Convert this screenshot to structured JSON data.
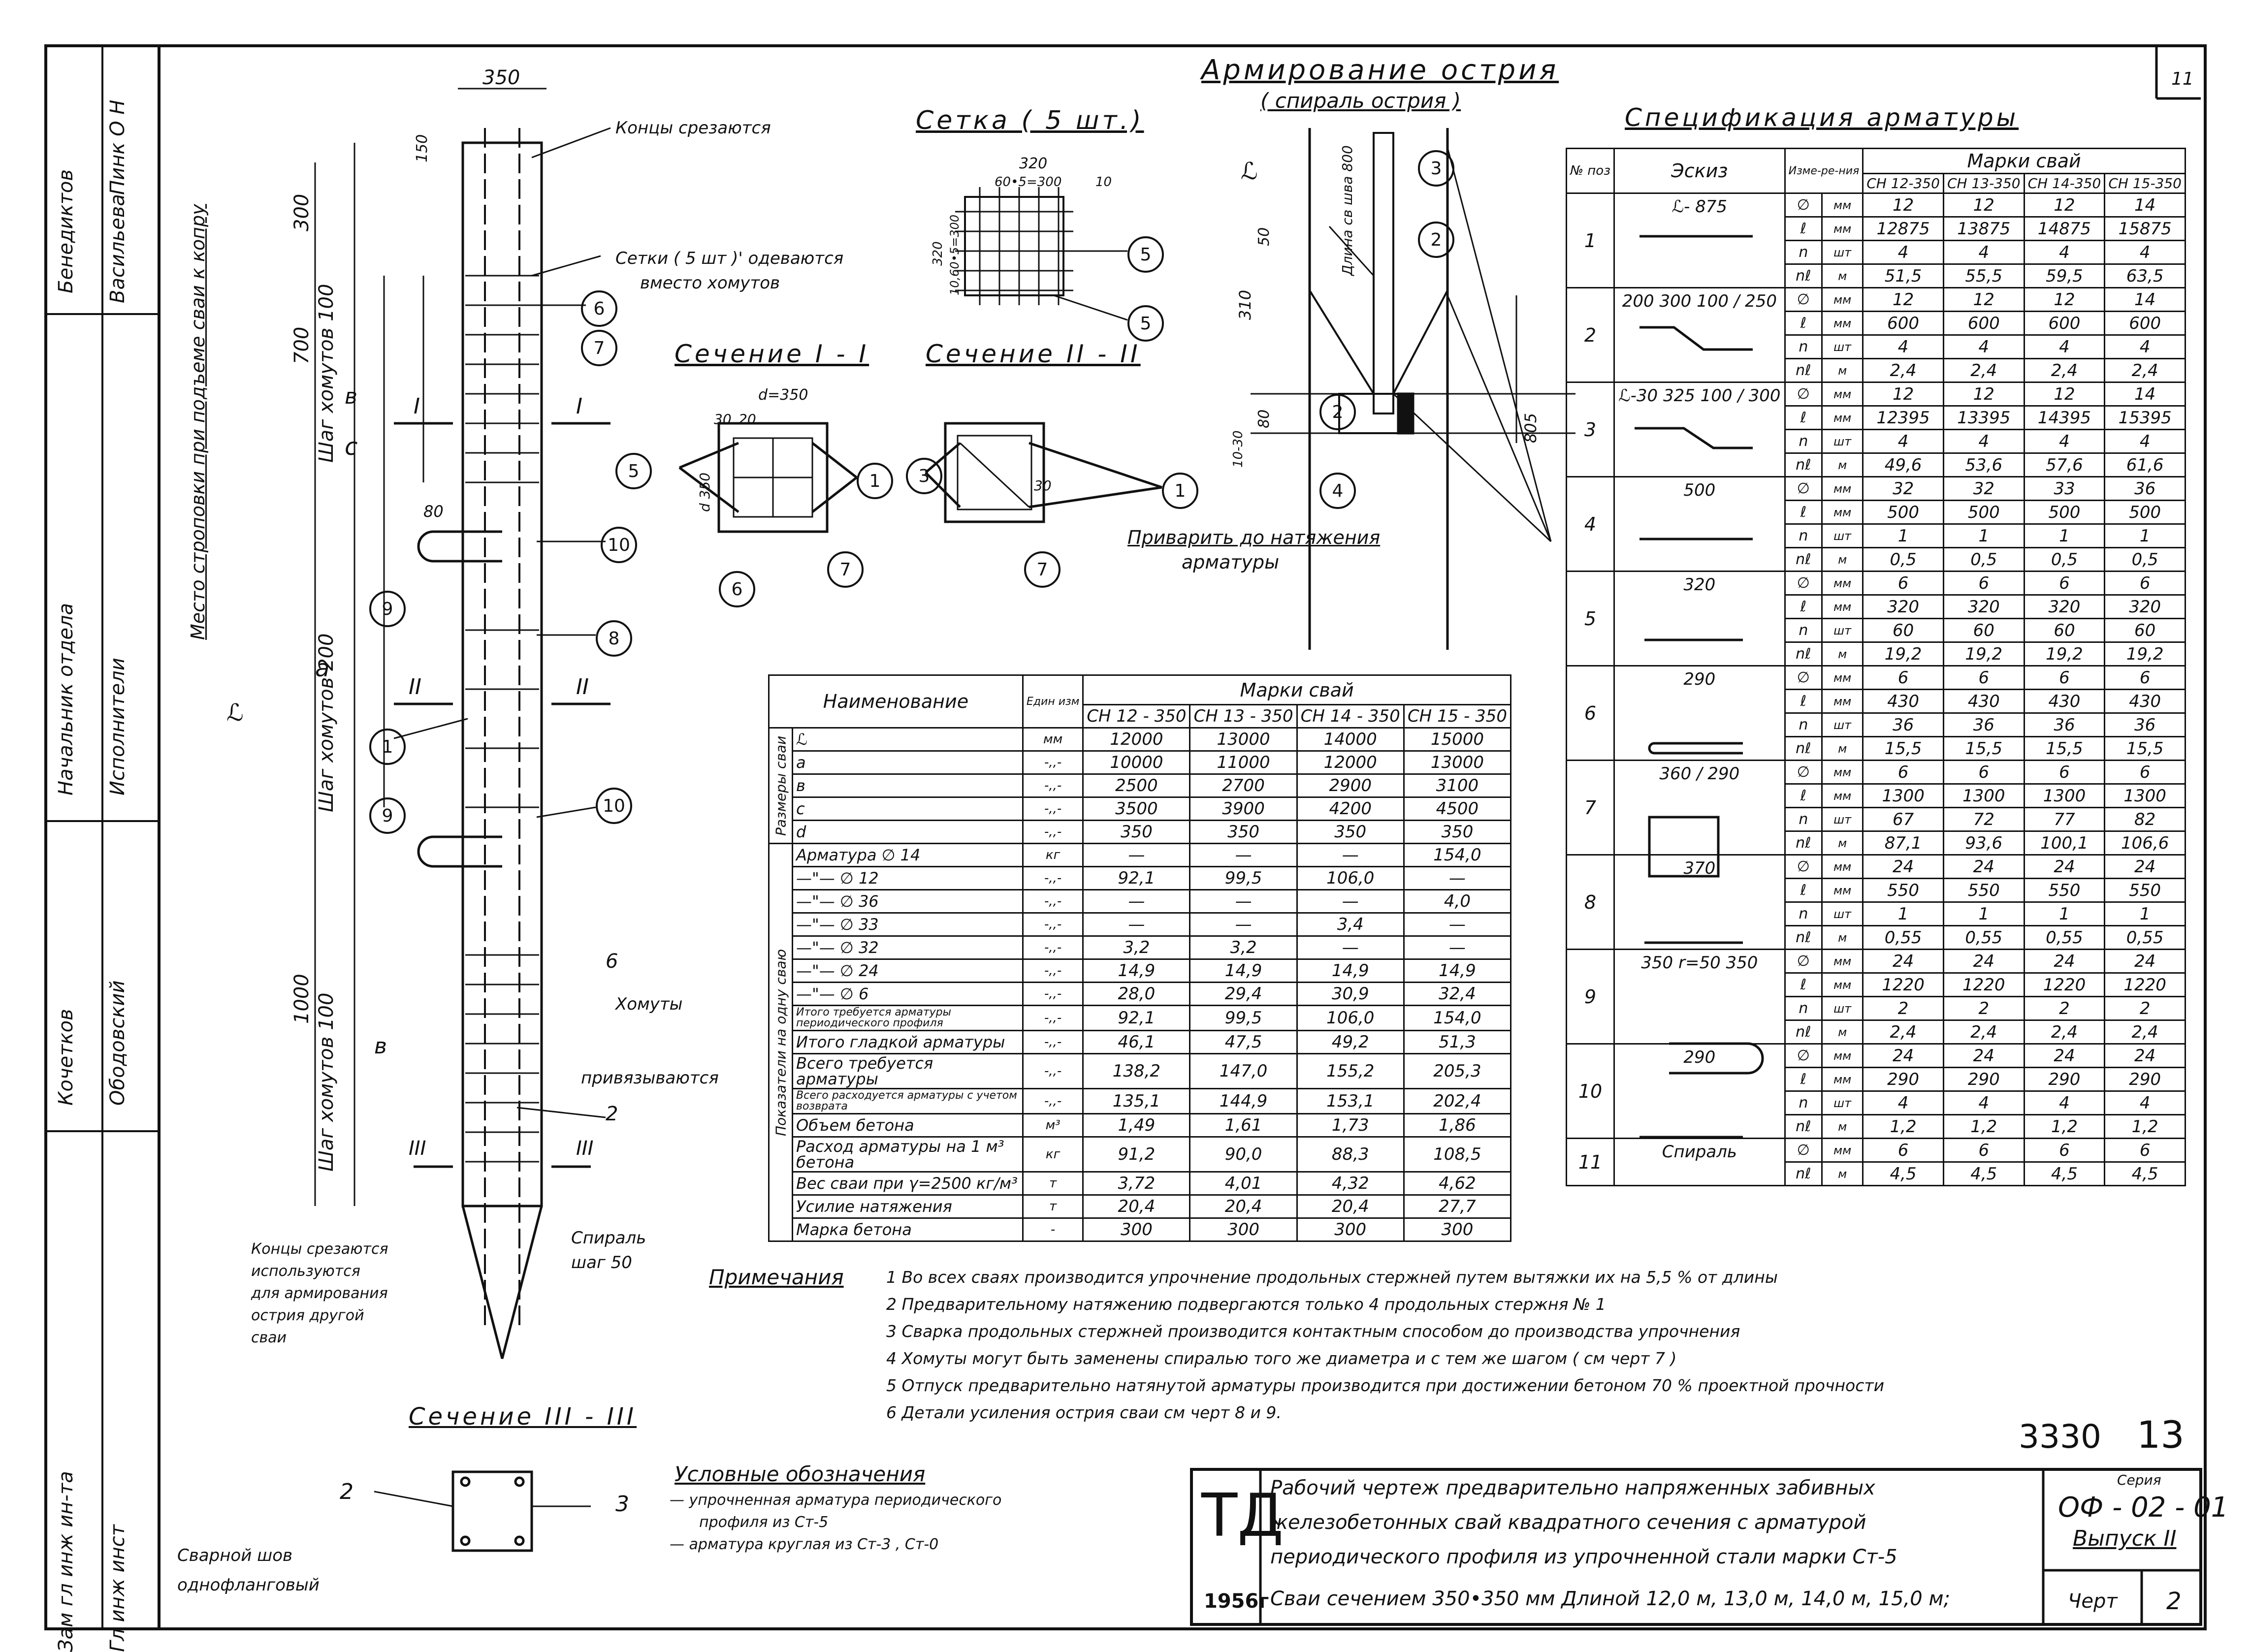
{
  "sidebar": {
    "roles": [
      "Зам гл инж ин-та",
      "Гл инж инст",
      "Начальник отдела",
      "Исполнители"
    ],
    "names": [
      "Кочетков",
      "Ободовский",
      "Бенедиктов",
      "Пинк О Н",
      "Васильева"
    ],
    "vertical_note": "Место строповки при подъеме сваи к копру"
  },
  "drawing": {
    "dim_350": "350",
    "dim_150": "150",
    "dims_left": [
      "300",
      "700",
      "1000"
    ],
    "step_labels": [
      "Шаг хомутов 100",
      "Шаг хомутов 200",
      "Шаг хомутов 100"
    ],
    "letters": {
      "L": "ℒ",
      "c": "c",
      "a": "a",
      "b": "в",
      "b2": "в"
    },
    "callouts": {
      "ends_cut": "Концы срезаются",
      "meshes_worn": "Сетки ( 5 шт )' одеваются",
      "instead_ties": "вместо хомутов",
      "ties_tied": "Хомуты",
      "ties_tied2": "привязываются",
      "spiral": "Спираль",
      "spiral_step": "шаг 50",
      "ends_cut2": "Концы срезаются",
      "ends_used": "используются",
      "ends_for": "для армирования",
      "ends_tip": "острия другой",
      "ends_pile": "сваи",
      "weld_label": "Сварной шов",
      "weld_label2": "однофланговый"
    },
    "section_labels": [
      "I",
      "I",
      "II",
      "II",
      "III",
      "III"
    ],
    "dim_80": "80",
    "mark_nums": [
      "6",
      "7",
      "10",
      "9",
      "8",
      "1",
      "9",
      "10",
      "6",
      "2"
    ]
  },
  "mesh": {
    "title": "Сетка ( 5 шт.)",
    "dim_320": "320",
    "dim_step": "60•5=300",
    "dim_10": "10",
    "dim_vert": "320",
    "dim_vert2": "10,60•5=300",
    "marks": [
      "5",
      "5"
    ]
  },
  "section1": {
    "title": "Сечение I - I",
    "d_label": "d=350",
    "dim_20": "20",
    "dim_30": "30",
    "dim_left": "d 350",
    "marks": [
      "5",
      "1",
      "7",
      "6"
    ]
  },
  "section2": {
    "title": "Сечение II - II",
    "dim_30": "30",
    "marks": [
      "3",
      "1",
      "7"
    ]
  },
  "section3": {
    "title": "Сечение III - III",
    "marks_left": "2",
    "marks_right": "3"
  },
  "tip": {
    "title": "Армирование острия",
    "subtitle": "( спираль острия )",
    "dims": [
      "50",
      "310",
      "80",
      "10-30",
      "805"
    ],
    "weld_note": "Длина св шва 800",
    "weld_to": "Приварить до натяжения",
    "weld_to2": "арматуры",
    "marks": [
      "3",
      "2",
      "2",
      "4"
    ],
    "L": "ℒ"
  },
  "main_table": {
    "header": {
      "name": "Наименование",
      "unit": "Един изм",
      "marks_title": "Марки свай"
    },
    "cols": [
      "СН 12 - 350",
      "СН 13 - 350",
      "СН 14 - 350",
      "СН 15 - 350"
    ],
    "group1": "Размеры сваи",
    "group2": "Показатели на одну сваю",
    "rows": [
      {
        "name": "ℒ",
        "unit": "мм",
        "v": [
          "12000",
          "13000",
          "14000",
          "15000"
        ]
      },
      {
        "name": "a",
        "unit": "-,,-",
        "v": [
          "10000",
          "11000",
          "12000",
          "13000"
        ]
      },
      {
        "name": "в",
        "unit": "-,,-",
        "v": [
          "2500",
          "2700",
          "2900",
          "3100"
        ]
      },
      {
        "name": "c",
        "unit": "-,,-",
        "v": [
          "3500",
          "3900",
          "4200",
          "4500"
        ]
      },
      {
        "name": "d",
        "unit": "-,,-",
        "v": [
          "350",
          "350",
          "350",
          "350"
        ]
      },
      {
        "name": "Арматура ∅ 14",
        "unit": "кг",
        "v": [
          "—",
          "—",
          "—",
          "154,0"
        ]
      },
      {
        "name": "—\"— ∅ 12",
        "unit": "-,,-",
        "v": [
          "92,1",
          "99,5",
          "106,0",
          "—"
        ]
      },
      {
        "name": "—\"— ∅ 36",
        "unit": "-,,-",
        "v": [
          "—",
          "—",
          "—",
          "4,0"
        ]
      },
      {
        "name": "—\"— ∅ 33",
        "unit": "-,,-",
        "v": [
          "—",
          "—",
          "3,4",
          "—"
        ]
      },
      {
        "name": "—\"— ∅ 32",
        "unit": "-,,-",
        "v": [
          "3,2",
          "3,2",
          "—",
          "—"
        ]
      },
      {
        "name": "—\"— ∅ 24",
        "unit": "-,,-",
        "v": [
          "14,9",
          "14,9",
          "14,9",
          "14,9"
        ]
      },
      {
        "name": "—\"— ∅ 6",
        "unit": "-,,-",
        "v": [
          "28,0",
          "29,4",
          "30,9",
          "32,4"
        ]
      },
      {
        "name": "Итого требуется арматуры периодического профиля",
        "unit": "-,,-",
        "v": [
          "92,1",
          "99,5",
          "106,0",
          "154,0"
        ]
      },
      {
        "name": "Итого гладкой арматуры",
        "unit": "-,,-",
        "v": [
          "46,1",
          "47,5",
          "49,2",
          "51,3"
        ]
      },
      {
        "name": "Всего требуется арматуры",
        "unit": "-,,-",
        "v": [
          "138,2",
          "147,0",
          "155,2",
          "205,3"
        ]
      },
      {
        "name": "Всего расходуется арматуры с учетом возврата",
        "unit": "-,,-",
        "v": [
          "135,1",
          "144,9",
          "153,1",
          "202,4"
        ]
      },
      {
        "name": "Объем бетона",
        "unit": "м³",
        "v": [
          "1,49",
          "1,61",
          "1,73",
          "1,86"
        ]
      },
      {
        "name": "Расход арматуры на 1 м³ бетона",
        "unit": "кг",
        "v": [
          "91,2",
          "90,0",
          "88,3",
          "108,5"
        ]
      },
      {
        "name": "Вес сваи при γ=2500 кг/м³",
        "unit": "т",
        "v": [
          "3,72",
          "4,01",
          "4,32",
          "4,62"
        ]
      },
      {
        "name": "Усилие натяжения",
        "unit": "т",
        "v": [
          "20,4",
          "20,4",
          "20,4",
          "27,7"
        ]
      },
      {
        "name": "Марка бетона",
        "unit": "-",
        "v": [
          "300",
          "300",
          "300",
          "300"
        ]
      }
    ]
  },
  "spec_table": {
    "title": "Спецификация арматуры",
    "header": {
      "pos": "№ поз",
      "sketch": "Эскиз",
      "unit": "Изме-ре-ния",
      "marks_title": "Марки свай"
    },
    "cols": [
      "СН 12-350",
      "СН 13-350",
      "СН 14-350",
      "СН 15-350"
    ],
    "rows": [
      {
        "pos": "1",
        "sketch": "ℒ- 875",
        "lines": [
          {
            "sym": "∅",
            "u": "мм",
            "v": [
              "12",
              "12",
              "12",
              "14"
            ]
          },
          {
            "sym": "ℓ",
            "u": "мм",
            "v": [
              "12875",
              "13875",
              "14875",
              "15875"
            ]
          },
          {
            "sym": "n",
            "u": "шт",
            "v": [
              "4",
              "4",
              "4",
              "4"
            ]
          },
          {
            "sym": "nℓ",
            "u": "м",
            "v": [
              "51,5",
              "55,5",
              "59,5",
              "63,5"
            ]
          }
        ]
      },
      {
        "pos": "2",
        "sketch": "200 300 100 / 250",
        "lines": [
          {
            "sym": "∅",
            "u": "мм",
            "v": [
              "12",
              "12",
              "12",
              "14"
            ]
          },
          {
            "sym": "ℓ",
            "u": "мм",
            "v": [
              "600",
              "600",
              "600",
              "600"
            ]
          },
          {
            "sym": "n",
            "u": "шт",
            "v": [
              "4",
              "4",
              "4",
              "4"
            ]
          },
          {
            "sym": "nℓ",
            "u": "м",
            "v": [
              "2,4",
              "2,4",
              "2,4",
              "2,4"
            ]
          }
        ]
      },
      {
        "pos": "3",
        "sketch": "ℒ-30 325 100 / 300",
        "lines": [
          {
            "sym": "∅",
            "u": "мм",
            "v": [
              "12",
              "12",
              "12",
              "14"
            ]
          },
          {
            "sym": "ℓ",
            "u": "мм",
            "v": [
              "12395",
              "13395",
              "14395",
              "15395"
            ]
          },
          {
            "sym": "n",
            "u": "шт",
            "v": [
              "4",
              "4",
              "4",
              "4"
            ]
          },
          {
            "sym": "nℓ",
            "u": "м",
            "v": [
              "49,6",
              "53,6",
              "57,6",
              "61,6"
            ]
          }
        ]
      },
      {
        "pos": "4",
        "sketch": "500",
        "lines": [
          {
            "sym": "∅",
            "u": "мм",
            "v": [
              "32",
              "32",
              "33",
              "36"
            ]
          },
          {
            "sym": "ℓ",
            "u": "мм",
            "v": [
              "500",
              "500",
              "500",
              "500"
            ]
          },
          {
            "sym": "n",
            "u": "шт",
            "v": [
              "1",
              "1",
              "1",
              "1"
            ]
          },
          {
            "sym": "nℓ",
            "u": "м",
            "v": [
              "0,5",
              "0,5",
              "0,5",
              "0,5"
            ]
          }
        ]
      },
      {
        "pos": "5",
        "sketch": "320",
        "lines": [
          {
            "sym": "∅",
            "u": "мм",
            "v": [
              "6",
              "6",
              "6",
              "6"
            ]
          },
          {
            "sym": "ℓ",
            "u": "мм",
            "v": [
              "320",
              "320",
              "320",
              "320"
            ]
          },
          {
            "sym": "n",
            "u": "шт",
            "v": [
              "60",
              "60",
              "60",
              "60"
            ]
          },
          {
            "sym": "nℓ",
            "u": "м",
            "v": [
              "19,2",
              "19,2",
              "19,2",
              "19,2"
            ]
          }
        ]
      },
      {
        "pos": "6",
        "sketch": "290",
        "lines": [
          {
            "sym": "∅",
            "u": "мм",
            "v": [
              "6",
              "6",
              "6",
              "6"
            ]
          },
          {
            "sym": "ℓ",
            "u": "мм",
            "v": [
              "430",
              "430",
              "430",
              "430"
            ]
          },
          {
            "sym": "n",
            "u": "шт",
            "v": [
              "36",
              "36",
              "36",
              "36"
            ]
          },
          {
            "sym": "nℓ",
            "u": "м",
            "v": [
              "15,5",
              "15,5",
              "15,5",
              "15,5"
            ]
          }
        ]
      },
      {
        "pos": "7",
        "sketch": "360 / 290",
        "lines": [
          {
            "sym": "∅",
            "u": "мм",
            "v": [
              "6",
              "6",
              "6",
              "6"
            ]
          },
          {
            "sym": "ℓ",
            "u": "мм",
            "v": [
              "1300",
              "1300",
              "1300",
              "1300"
            ]
          },
          {
            "sym": "n",
            "u": "шт",
            "v": [
              "67",
              "72",
              "77",
              "82"
            ]
          },
          {
            "sym": "nℓ",
            "u": "м",
            "v": [
              "87,1",
              "93,6",
              "100,1",
              "106,6"
            ]
          }
        ]
      },
      {
        "pos": "8",
        "sketch": "370",
        "lines": [
          {
            "sym": "∅",
            "u": "мм",
            "v": [
              "24",
              "24",
              "24",
              "24"
            ]
          },
          {
            "sym": "ℓ",
            "u": "мм",
            "v": [
              "550",
              "550",
              "550",
              "550"
            ]
          },
          {
            "sym": "n",
            "u": "шт",
            "v": [
              "1",
              "1",
              "1",
              "1"
            ]
          },
          {
            "sym": "nℓ",
            "u": "м",
            "v": [
              "0,55",
              "0,55",
              "0,55",
              "0,55"
            ]
          }
        ]
      },
      {
        "pos": "9",
        "sketch": "350 r=50 350",
        "lines": [
          {
            "sym": "∅",
            "u": "мм",
            "v": [
              "24",
              "24",
              "24",
              "24"
            ]
          },
          {
            "sym": "ℓ",
            "u": "мм",
            "v": [
              "1220",
              "1220",
              "1220",
              "1220"
            ]
          },
          {
            "sym": "n",
            "u": "шт",
            "v": [
              "2",
              "2",
              "2",
              "2"
            ]
          },
          {
            "sym": "nℓ",
            "u": "м",
            "v": [
              "2,4",
              "2,4",
              "2,4",
              "2,4"
            ]
          }
        ]
      },
      {
        "pos": "10",
        "sketch": "290",
        "lines": [
          {
            "sym": "∅",
            "u": "мм",
            "v": [
              "24",
              "24",
              "24",
              "24"
            ]
          },
          {
            "sym": "ℓ",
            "u": "мм",
            "v": [
              "290",
              "290",
              "290",
              "290"
            ]
          },
          {
            "sym": "n",
            "u": "шт",
            "v": [
              "4",
              "4",
              "4",
              "4"
            ]
          },
          {
            "sym": "nℓ",
            "u": "м",
            "v": [
              "1,2",
              "1,2",
              "1,2",
              "1,2"
            ]
          }
        ]
      },
      {
        "pos": "11",
        "sketch": "Спираль",
        "lines": [
          {
            "sym": "∅",
            "u": "мм",
            "v": [
              "6",
              "6",
              "6",
              "6"
            ]
          },
          {
            "sym": "nℓ",
            "u": "м",
            "v": [
              "4,5",
              "4,5",
              "4,5",
              "4,5"
            ]
          }
        ]
      }
    ]
  },
  "notes": {
    "title": "Примечания",
    "items": [
      "1   Во всех сваях производится упрочнение продольных стержней путем вытяжки их на 5,5 % от длины",
      "2   Предварительному натяжению подвергаются только 4 продольных стержня № 1",
      "3   Сварка продольных стержней производится контактным способом до производства упрочнения",
      "4   Хомуты могут быть заменены спиралью того же диаметра и с тем же шагом ( см черт 7 )",
      "5   Отпуск предварительно натянутой арматуры производится при достижении бетоном 70 % проектной прочности",
      "6   Детали усиления острия сваи см черт 8 и 9."
    ]
  },
  "legend": {
    "title": "Условные обозначения",
    "line1": "— упрочненная арматура периодического",
    "line1b": "профиля из Ст-5",
    "line2": "— арматура круглая из Ст-3 , Ст-0"
  },
  "title_block": {
    "number": "3330",
    "sheet": "13",
    "logo": "ТД",
    "year": "1956г",
    "desc": [
      "Рабочий чертеж предварительно напряженных забивных",
      "железобетонных свай квадратного сечения с арматурой",
      "периодического профиля из упрочненной стали марки Ст-5",
      "Сваи сечением 350•350 мм Длиной 12,0 м, 13,0 м, 14,0 м, 15,0 м;"
    ],
    "series_label": "Серия",
    "series": "ОФ - 02 - 01",
    "issue": "Выпуск II",
    "sheet_label": "Черт",
    "sheet_num": "2",
    "corner": "11"
  }
}
